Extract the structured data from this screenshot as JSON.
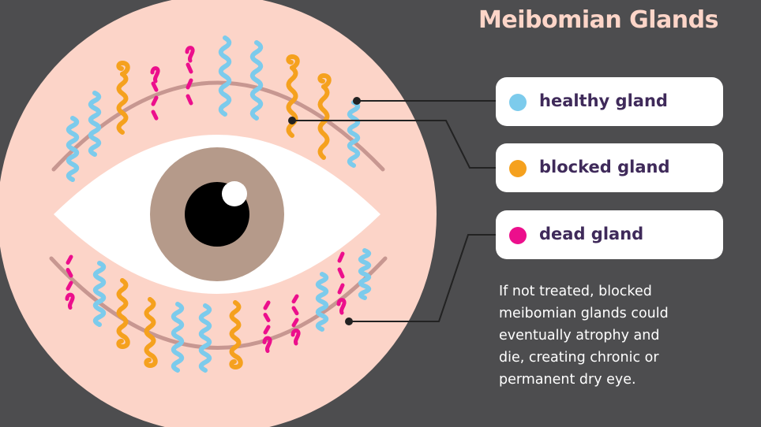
{
  "title": "Meibomian Glands",
  "legend": [
    {
      "label": "healthy gland",
      "color": "#7ccbec"
    },
    {
      "label": "blocked gland",
      "color": "#f5a11e"
    },
    {
      "label": "dead gland",
      "color": "#ec0f8c"
    }
  ],
  "note_lines": [
    "If not treated, blocked",
    "meibomian glands could",
    "eventually atrophy and",
    "die, creating chronic or",
    "permanent dry eye."
  ],
  "colors": {
    "background": "#4d4d4f",
    "title": "#fdd5c8",
    "eyelid_circle": "#fcd4c8",
    "lid_line": "#c79791",
    "sclera": "#ffffff",
    "iris": "#b59a8a",
    "pupil": "#000000",
    "highlight": "#ffffff",
    "connector": "#222222"
  },
  "icons": [
    "eye-icon",
    "healthy-gland-icon",
    "blocked-gland-icon",
    "dead-gland-icon"
  ]
}
